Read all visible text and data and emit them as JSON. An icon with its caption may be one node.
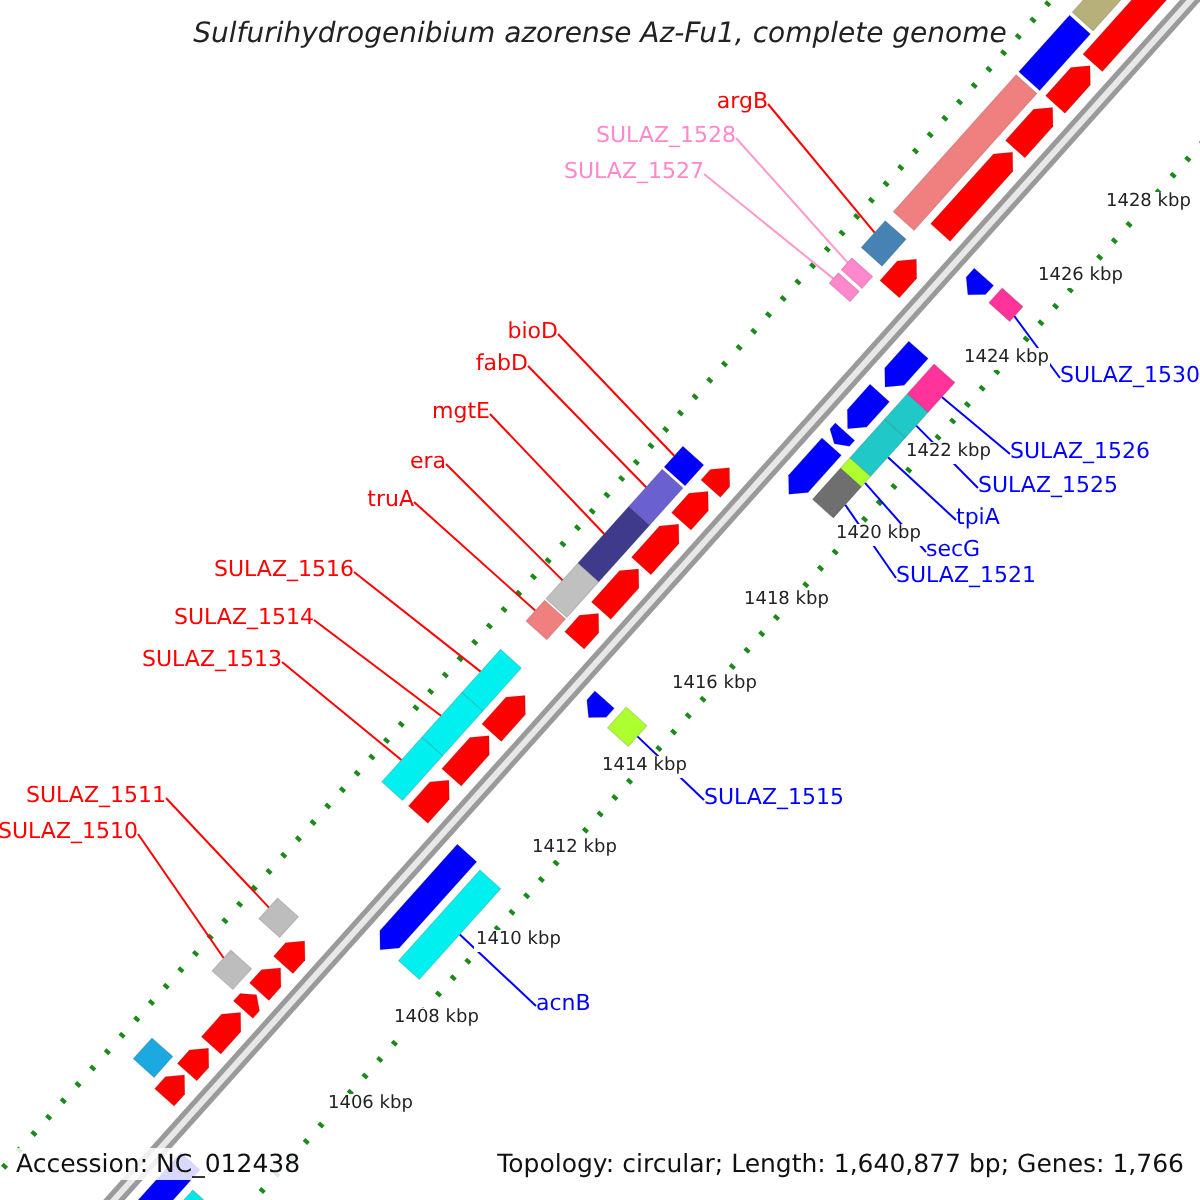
{
  "diagram": {
    "title": "Sulfurihydrogenibium azorense Az-Fu1, complete genome",
    "nodes": [
      {
        "text": [
          "argB"
        ]
      },
      {
        "text": [
          "SULAZ_1528"
        ]
      },
      {
        "text": [
          "SULAZ_1527"
        ]
      },
      {
        "text": [
          "bioD"
        ]
      },
      {
        "text": [
          "fabD"
        ]
      },
      {
        "text": [
          "SULAZ_1530"
        ]
      },
      {
        "text": [
          "mgtE"
        ]
      },
      {
        "text": [
          "SULAZ_1526"
        ]
      },
      {
        "text": [
          "era"
        ]
      },
      {
        "text": [
          "SULAZ_1525"
        ]
      },
      {
        "text": [
          "truA"
        ]
      },
      {
        "text": [
          "tpiA"
        ]
      },
      {
        "text": [
          "secG"
        ]
      },
      {
        "text": [
          "SULAZ_1516"
        ]
      },
      {
        "text": [
          "SULAZ_1521"
        ]
      },
      {
        "text": [
          "SULAZ_1514"
        ]
      },
      {
        "text": [
          "SULAZ_1513"
        ]
      },
      {
        "text": [
          "SULAZ_1511"
        ]
      },
      {
        "text": [
          "SULAZ_1515"
        ]
      },
      {
        "text": [
          "SULAZ_1510"
        ]
      },
      {
        "text": [
          "acnB"
        ]
      },
      {
        "text": [],
        "shape": "box"
      },
      {
        "text": [],
        "shape": "box"
      },
      {
        "text": [],
        "shape": "box"
      },
      {
        "text": [],
        "shape": "diamond"
      },
      {
        "text": [],
        "shape": "box"
      },
      {
        "text": [],
        "shape": "box"
      },
      {
        "text": [],
        "shape": "box"
      },
      {
        "text": [],
        "shape": "box"
      },
      {
        "text": [],
        "shape": "box"
      },
      {
        "text": [],
        "shape": "box"
      },
      {
        "text": [],
        "shape": "diamond"
      },
      {
        "text": [],
        "shape": "box"
      },
      {
        "text": [],
        "shape": "box"
      },
      {
        "text": [],
        "shape": "box"
      },
      {
        "text": [],
        "shape": "box"
      },
      {
        "text": [],
        "shape": "box"
      },
      {
        "text": [],
        "shape": "box"
      },
      {
        "text": [],
        "shape": "diamond"
      },
      {
        "text": [],
        "shape": "diamond"
      },
      {
        "text": [],
        "shape": "diamond"
      },
      {
        "text": [],
        "shape": "box"
      }
    ],
    "edges": [
      {
        "from": 0,
        "to": 21,
        "arrow": "none"
      },
      {
        "from": 1,
        "to": 22,
        "arrow": "none",
        "color": "#ff99cc"
      },
      {
        "from": 2,
        "to": 23,
        "arrow": "none",
        "color": "#ff99cc"
      },
      {
        "from": 3,
        "to": 24,
        "arrow": "none"
      },
      {
        "from": 4,
        "to": 25,
        "arrow": "none"
      },
      {
        "from": 5,
        "to": 26,
        "arrow": "none",
        "color": "#0000ff"
      },
      {
        "from": 6,
        "to": 27,
        "arrow": "none"
      },
      {
        "from": 7,
        "to": 28,
        "arrow": "none",
        "color": "#0000ff"
      },
      {
        "from": 8,
        "to": 29,
        "arrow": "none"
      },
      {
        "from": 9,
        "to": 30,
        "arrow": "none",
        "color": "#0000ff"
      },
      {
        "from": 10,
        "to": 31,
        "arrow": "none"
      },
      {
        "from": 11,
        "to": 32,
        "arrow": "none",
        "color": "#0000ff"
      },
      {
        "from": 12,
        "to": 33,
        "arrow": "none",
        "color": "#0000ff"
      },
      {
        "from": 13,
        "to": 34,
        "arrow": "none"
      },
      {
        "from": 14,
        "to": 35,
        "arrow": "none",
        "color": "#0000ff"
      },
      {
        "from": 15,
        "to": 36,
        "arrow": "none"
      },
      {
        "from": 16,
        "to": 37,
        "arrow": "none"
      },
      {
        "from": 17,
        "to": 38,
        "arrow": "none"
      },
      {
        "from": 18,
        "to": 39,
        "arrow": "none",
        "color": "#0000ff"
      },
      {
        "from": 19,
        "to": 40,
        "arrow": "none"
      },
      {
        "from": 20,
        "to": 41,
        "arrow": "none",
        "color": "#0000ff"
      }
    ],
    "labels": [
      "1428 kbp",
      "1426 kbp",
      "1424 kbp",
      "1422 kbp",
      "1420 kbp",
      "1418 kbp",
      "1416 kbp",
      "1414 kbp",
      "1412 kbp",
      "1410 kbp",
      "1408 kbp",
      "1406 kbp",
      "Accession: NC_012438",
      "Topology: circular; Length: 1,640,877 bp; Genes: 1,766"
    ]
  }
}
